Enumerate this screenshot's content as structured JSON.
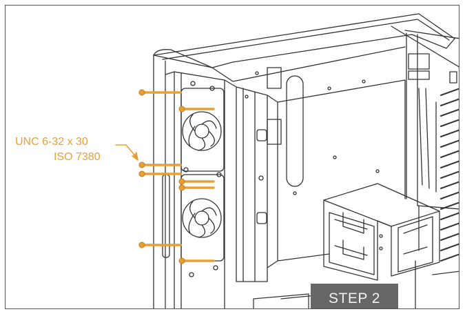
{
  "annotation": {
    "screw_spec_line1": "UNC 6-32 x 30",
    "screw_spec_line2": "ISO 7380",
    "accent_color": "#e8a035"
  },
  "step_badge": {
    "label": "STEP 2",
    "color": "#666666"
  },
  "illustration": {
    "subject": "case interior with two fans on bracket and drive cage",
    "line_color": "#333333",
    "screw_color": "#e8a035"
  }
}
